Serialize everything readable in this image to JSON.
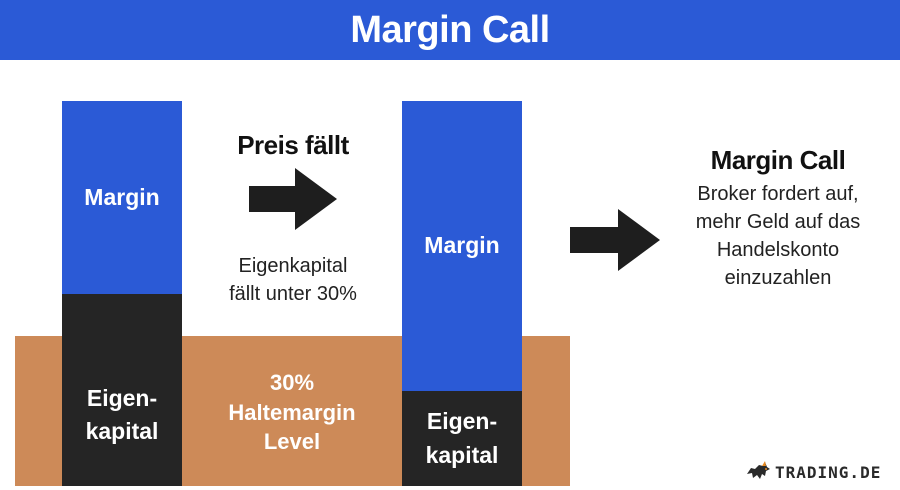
{
  "header": {
    "title": "Margin Call"
  },
  "left_column": {
    "margin_label": "Margin",
    "equity_label": "Eigen-\nkapital"
  },
  "middle": {
    "heading": "Preis fällt",
    "description": "Eigenkapital\nfällt unter 30%",
    "band_label": "30%\nHaltemargin\nLevel"
  },
  "right_column": {
    "margin_label": "Margin",
    "equity_label": "Eigen-\nkapital"
  },
  "result": {
    "heading": "Margin Call",
    "description": "Broker fordert auf,\nmehr Geld auf das\nHandelskonto\neinzuzahlen"
  },
  "logo": {
    "text": "TRADING.DE",
    "icon": "bull-icon"
  },
  "colors": {
    "blue": "#2b5ad6",
    "dark": "#252525",
    "band": "#cd8a58",
    "logo_accent": "#e8891e"
  }
}
